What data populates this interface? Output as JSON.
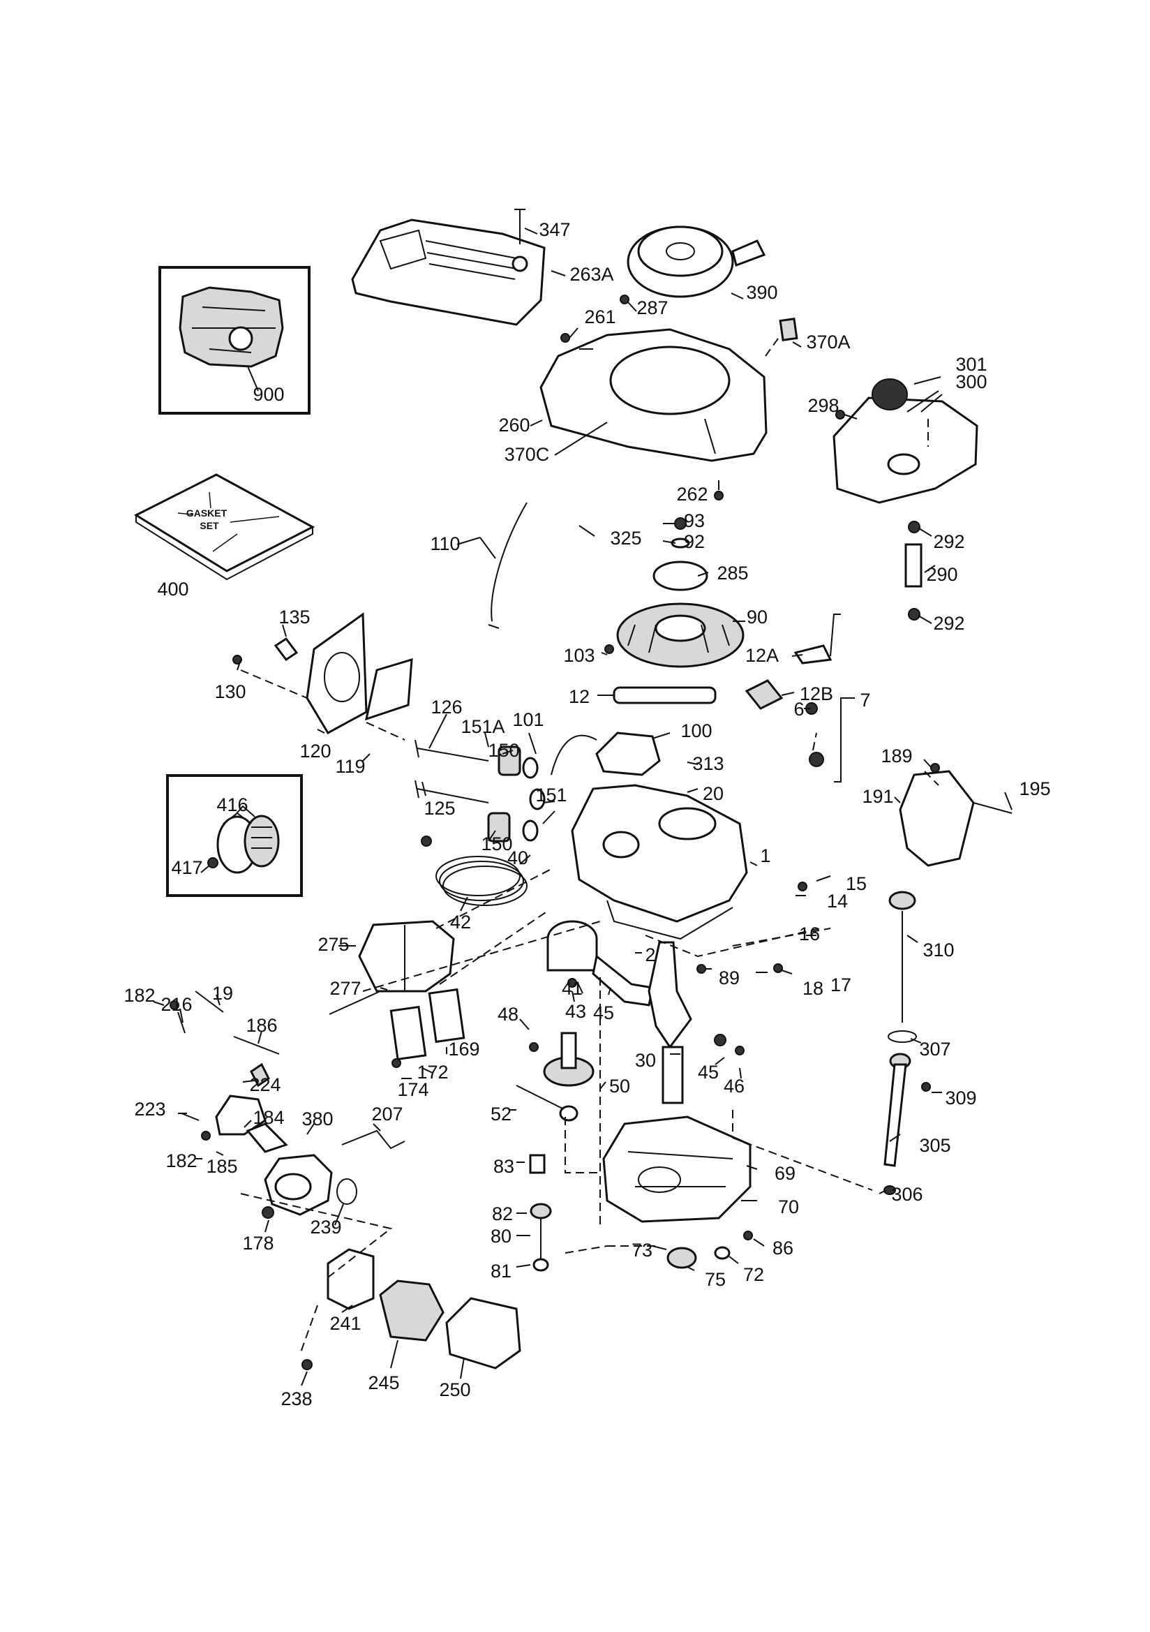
{
  "labels": [
    {
      "id": "347",
      "text": "347"
    },
    {
      "id": "263A",
      "text": "263A"
    },
    {
      "id": "390",
      "text": "390"
    },
    {
      "id": "287",
      "text": "287"
    },
    {
      "id": "261",
      "text": "261"
    },
    {
      "id": "370A",
      "text": "370A"
    },
    {
      "id": "301",
      "text": "301"
    },
    {
      "id": "300",
      "text": "300"
    },
    {
      "id": "298",
      "text": "298"
    },
    {
      "id": "900",
      "text": "900"
    },
    {
      "id": "260",
      "text": "260"
    },
    {
      "id": "370C",
      "text": "370C"
    },
    {
      "id": "262",
      "text": "262"
    },
    {
      "id": "400",
      "text": "400"
    },
    {
      "id": "110",
      "text": "110"
    },
    {
      "id": "325",
      "text": "325"
    },
    {
      "id": "93",
      "text": "93"
    },
    {
      "id": "92",
      "text": "92"
    },
    {
      "id": "292a",
      "text": "292"
    },
    {
      "id": "290",
      "text": "290"
    },
    {
      "id": "285",
      "text": "285"
    },
    {
      "id": "292b",
      "text": "292"
    },
    {
      "id": "135",
      "text": "135"
    },
    {
      "id": "90",
      "text": "90"
    },
    {
      "id": "103",
      "text": "103"
    },
    {
      "id": "12A",
      "text": "12A"
    },
    {
      "id": "130",
      "text": "130"
    },
    {
      "id": "12",
      "text": "12"
    },
    {
      "id": "12B",
      "text": "12B"
    },
    {
      "id": "7",
      "text": "7"
    },
    {
      "id": "126",
      "text": "126"
    },
    {
      "id": "101",
      "text": "101"
    },
    {
      "id": "6",
      "text": "6"
    },
    {
      "id": "100",
      "text": "100"
    },
    {
      "id": "120",
      "text": "120"
    },
    {
      "id": "151A",
      "text": "151A"
    },
    {
      "id": "150a",
      "text": "150"
    },
    {
      "id": "119",
      "text": "119"
    },
    {
      "id": "313",
      "text": "313"
    },
    {
      "id": "189",
      "text": "189"
    },
    {
      "id": "20",
      "text": "20"
    },
    {
      "id": "195",
      "text": "195"
    },
    {
      "id": "191",
      "text": "191"
    },
    {
      "id": "125",
      "text": "125"
    },
    {
      "id": "151",
      "text": "151"
    },
    {
      "id": "416",
      "text": "416"
    },
    {
      "id": "150b",
      "text": "150"
    },
    {
      "id": "417",
      "text": "417"
    },
    {
      "id": "40",
      "text": "40"
    },
    {
      "id": "1",
      "text": "1"
    },
    {
      "id": "15",
      "text": "15"
    },
    {
      "id": "14",
      "text": "14"
    },
    {
      "id": "42",
      "text": "42"
    },
    {
      "id": "16",
      "text": "16"
    },
    {
      "id": "275",
      "text": "275"
    },
    {
      "id": "310",
      "text": "310"
    },
    {
      "id": "2",
      "text": "2"
    },
    {
      "id": "18",
      "text": "18"
    },
    {
      "id": "17",
      "text": "17"
    },
    {
      "id": "89",
      "text": "89"
    },
    {
      "id": "41",
      "text": "41"
    },
    {
      "id": "277",
      "text": "277"
    },
    {
      "id": "182a",
      "text": "182"
    },
    {
      "id": "216",
      "text": "216"
    },
    {
      "id": "19",
      "text": "19"
    },
    {
      "id": "43",
      "text": "43"
    },
    {
      "id": "45a",
      "text": "45"
    },
    {
      "id": "186",
      "text": "186"
    },
    {
      "id": "169",
      "text": "169"
    },
    {
      "id": "48",
      "text": "48"
    },
    {
      "id": "307",
      "text": "307"
    },
    {
      "id": "30",
      "text": "30"
    },
    {
      "id": "172",
      "text": "172"
    },
    {
      "id": "45b",
      "text": "45"
    },
    {
      "id": "224",
      "text": "224"
    },
    {
      "id": "174",
      "text": "174"
    },
    {
      "id": "46",
      "text": "46"
    },
    {
      "id": "50",
      "text": "50"
    },
    {
      "id": "309",
      "text": "309"
    },
    {
      "id": "223",
      "text": "223"
    },
    {
      "id": "184",
      "text": "184"
    },
    {
      "id": "380",
      "text": "380"
    },
    {
      "id": "207",
      "text": "207"
    },
    {
      "id": "52",
      "text": "52"
    },
    {
      "id": "305",
      "text": "305"
    },
    {
      "id": "182b",
      "text": "182"
    },
    {
      "id": "185",
      "text": "185"
    },
    {
      "id": "83",
      "text": "83"
    },
    {
      "id": "69",
      "text": "69"
    },
    {
      "id": "306",
      "text": "306"
    },
    {
      "id": "70",
      "text": "70"
    },
    {
      "id": "82",
      "text": "82"
    },
    {
      "id": "178",
      "text": "178"
    },
    {
      "id": "239",
      "text": "239"
    },
    {
      "id": "80",
      "text": "80"
    },
    {
      "id": "73",
      "text": "73"
    },
    {
      "id": "86",
      "text": "86"
    },
    {
      "id": "81",
      "text": "81"
    },
    {
      "id": "75",
      "text": "75"
    },
    {
      "id": "72",
      "text": "72"
    },
    {
      "id": "241",
      "text": "241"
    },
    {
      "id": "238",
      "text": "238"
    },
    {
      "id": "245",
      "text": "245"
    },
    {
      "id": "250",
      "text": "250"
    }
  ],
  "gasket_set_text": [
    "GASKET",
    "SET"
  ]
}
